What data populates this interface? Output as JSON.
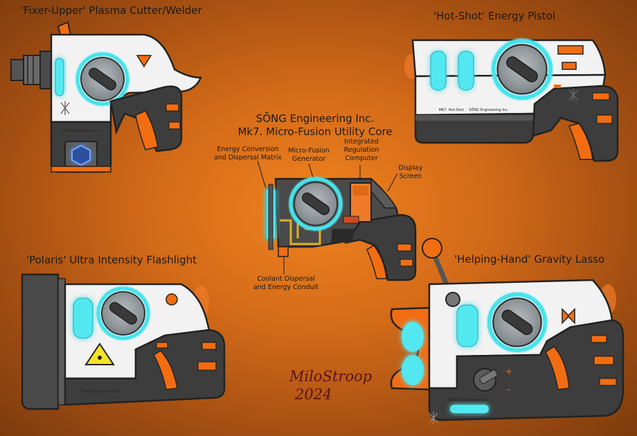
{
  "titles": {
    "fixer_upper": "'Fixer-Upper' Plasma Cutter/Welder",
    "hot_shot": "'Hot-Shot' Energy Pistol",
    "polaris": "'Polaris' Ultra Intensity Flashlight",
    "helping_hand": "'Helping-Hand' Gravity Lasso"
  },
  "core": {
    "title_line1": "SŌNG Engineering Inc.",
    "title_line2": "Mk7. Micro-Fusion Utility Core",
    "callouts": {
      "energy_conversion": [
        "Energy Conversion",
        "and Dispersal Matrix"
      ],
      "generator": [
        "Micro-Fusion",
        "Generator"
      ],
      "regulation": [
        "Integrated",
        "Regulation",
        "Computer"
      ],
      "display": [
        "Display",
        "Screen"
      ],
      "coolant": [
        "Coolant Dispersal",
        "and Energy Conduit"
      ]
    }
  },
  "signature": {
    "name": "MiloStroop",
    "year": "2024"
  },
  "engravings": {
    "brand": "SŌNG Engineering Inc.",
    "hotshot_model": "MK7. Hot-Shot"
  },
  "colors": {
    "background": "#e07a1c",
    "body_white": "#f2f2f2",
    "grip_dark": "#3d3d3d",
    "accent_orange": "#f26d12",
    "energy_cyan": "#44e6ee",
    "core_grey": "#9aa0a4"
  }
}
